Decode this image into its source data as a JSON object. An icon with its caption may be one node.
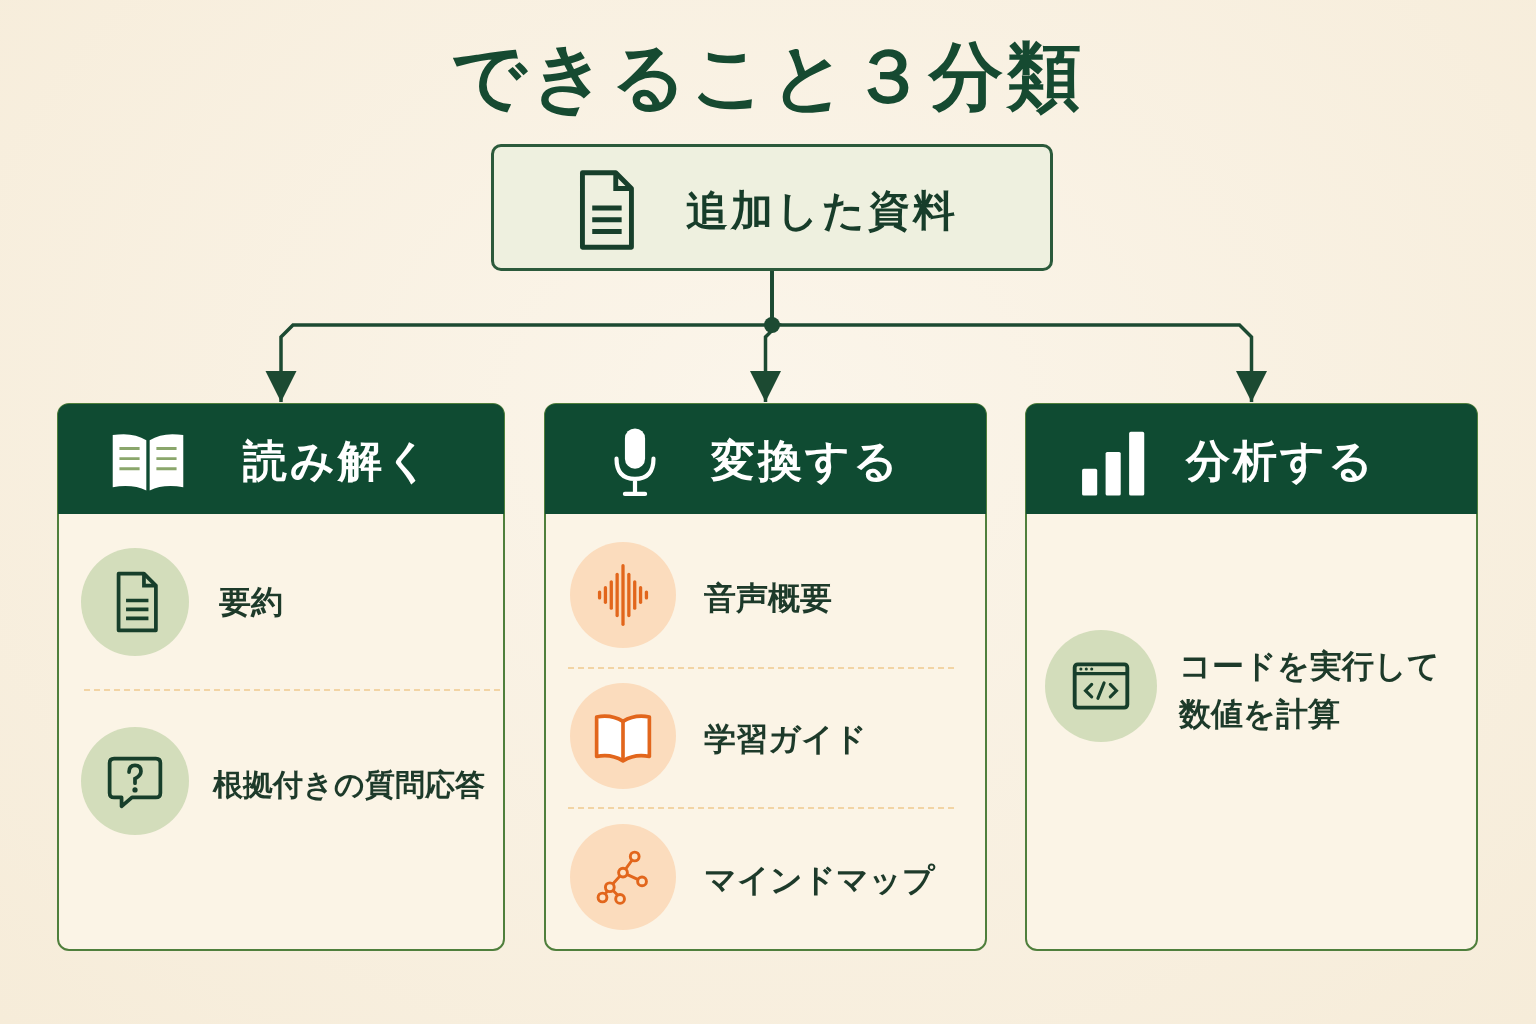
{
  "diagram": {
    "title": "できること３分類",
    "nodes": [
      {
        "text": [
          "追加した資料"
        ]
      },
      {
        "text": [
          "読み解く"
        ]
      },
      {
        "text": [
          "要約"
        ],
        "in": 1
      },
      {
        "text": [
          "根拠付きの質問応答"
        ],
        "in": 1
      },
      {
        "text": [
          "変換する"
        ]
      },
      {
        "text": [
          "音声概要"
        ],
        "in": 4
      },
      {
        "text": [
          "学習ガイド"
        ],
        "in": 4
      },
      {
        "text": [
          "マインドマップ"
        ],
        "in": 4
      },
      {
        "text": [
          "分析する"
        ]
      },
      {
        "text": [
          "コードを実行して数値を計算"
        ],
        "in": 8
      }
    ],
    "edges": [
      {
        "from": 0,
        "to": 1,
        "arrow": "to"
      },
      {
        "from": 0,
        "to": 4,
        "arrow": "to"
      },
      {
        "from": 0,
        "to": 8,
        "arrow": "to"
      }
    ]
  }
}
